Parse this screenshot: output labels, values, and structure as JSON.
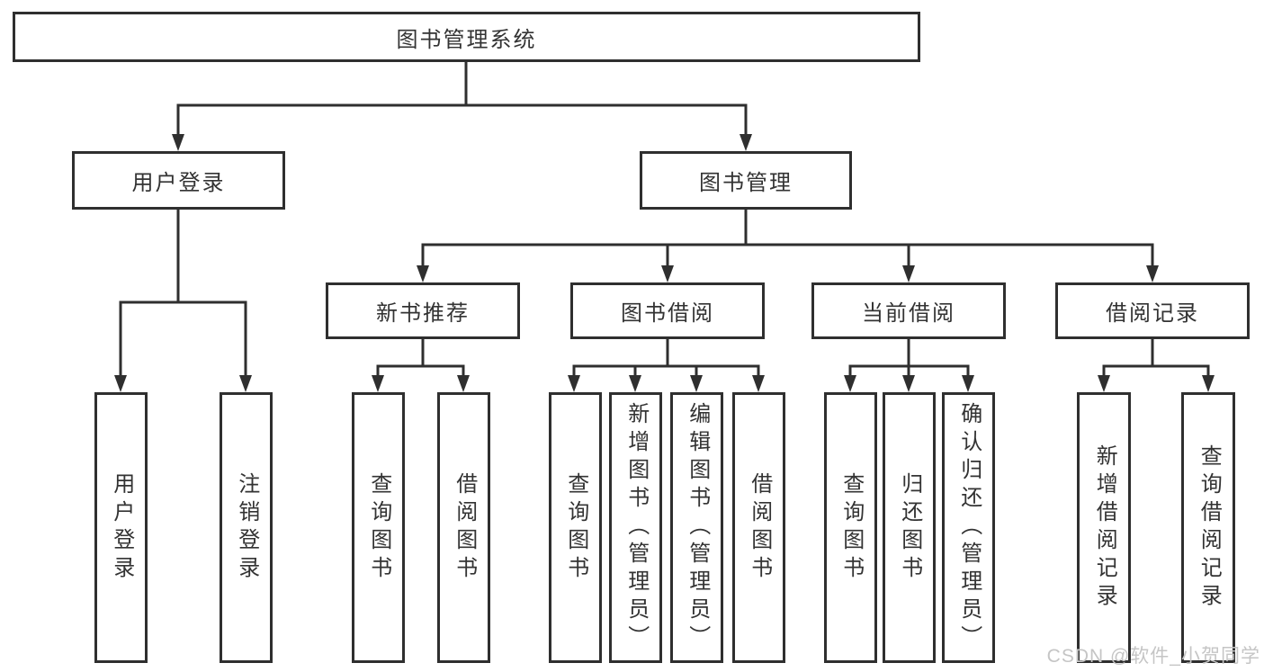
{
  "diagram": {
    "root": "图书管理系统",
    "branches": [
      {
        "label": "用户登录",
        "leaves": [
          "用户登录",
          "注销登录"
        ]
      },
      {
        "label": "图书管理",
        "groups": [
          {
            "label": "新书推荐",
            "leaves": [
              "查询图书",
              "借阅图书"
            ]
          },
          {
            "label": "图书借阅",
            "leaves": [
              "查询图书",
              "新增图书（管理员）",
              "编辑图书（管理员）",
              "借阅图书"
            ]
          },
          {
            "label": "当前借阅",
            "leaves": [
              "查询图书",
              "归还图书",
              "确认归还（管理员）"
            ]
          },
          {
            "label": "借阅记录",
            "leaves": [
              "新增借阅记录",
              "查询借阅记录"
            ]
          }
        ]
      }
    ]
  },
  "watermark": {
    "text": "CSDN @软件_小贺同学"
  },
  "colors": {
    "line": "#2f2f2f",
    "text": "#333333",
    "box-bg": "#ffffff",
    "canvas-bg": "#ffffff",
    "watermark": "#c5c5c5"
  }
}
